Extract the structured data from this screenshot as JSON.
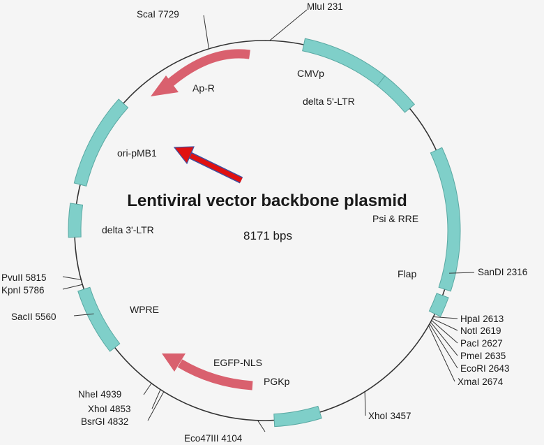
{
  "plasmid": {
    "title": "Lentiviral vector backbone plasmid",
    "size": "8171 bps",
    "colors": {
      "background": "#f5f5f5",
      "backbone": "#333333",
      "feature": "#7fcfc9",
      "feature_stroke": "#5aa9a3",
      "arrow": "#d9606e",
      "ori_arrow": "#e01010",
      "ori_arrow_stroke": "#4050a0"
    }
  },
  "sites": [
    {
      "label": "MluI 231"
    },
    {
      "label": "SanDI 2316"
    },
    {
      "label": "HpaI 2613"
    },
    {
      "label": "NotI 2619"
    },
    {
      "label": "PacI 2627"
    },
    {
      "label": "PmeI 2635"
    },
    {
      "label": "EcoRI 2643"
    },
    {
      "label": "XmaI 2674"
    },
    {
      "label": "XhoI 3457"
    },
    {
      "label": "Eco47III 4104"
    },
    {
      "label": "BsrGI 4832"
    },
    {
      "label": "XhoI 4853"
    },
    {
      "label": "NheI 4939"
    },
    {
      "label": "SacII 5560"
    },
    {
      "label": "KpnI 5786"
    },
    {
      "label": "PvuII 5815"
    },
    {
      "label": "ScaI 7729"
    }
  ],
  "features": [
    {
      "label": "CMVp"
    },
    {
      "label": "delta 5'-LTR"
    },
    {
      "label": "Psi & RRE"
    },
    {
      "label": "Flap"
    },
    {
      "label": "EGFP-NLS"
    },
    {
      "label": "PGKp"
    },
    {
      "label": "WPRE"
    },
    {
      "label": "delta 3'-LTR"
    },
    {
      "label": "ori-pMB1"
    },
    {
      "label": "Ap-R"
    }
  ]
}
